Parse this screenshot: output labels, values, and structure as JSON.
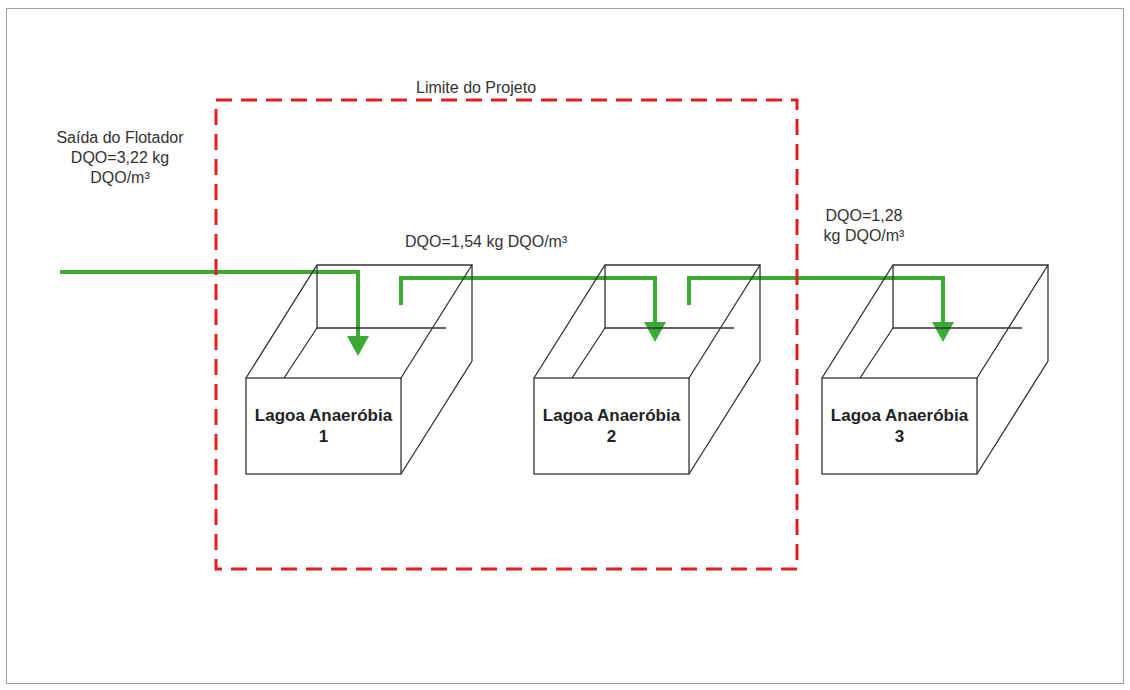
{
  "diagram": {
    "nodes": [
      {
        "text": [
          "Limite do Projeto"
        ]
      },
      {
        "text": [
          "Lagoa Anaeróbia 1"
        ],
        "in": 0
      },
      {
        "text": [
          "Lagoa Anaeróbia 2"
        ],
        "in": 0
      },
      {
        "text": [
          "Lagoa Anaeróbia 3"
        ]
      }
    ],
    "edges": [
      {
        "from": 1,
        "to": 2,
        "arrow": "to",
        "label": "DQO=1,54 kg DQO/m³"
      },
      {
        "from": 2,
        "to": 3,
        "arrow": "to",
        "label": "DQO=1,28 kg DQO/m³"
      }
    ],
    "labels": [
      "Saída do Flotador DQO=3,22 kg DQO/m³"
    ]
  }
}
